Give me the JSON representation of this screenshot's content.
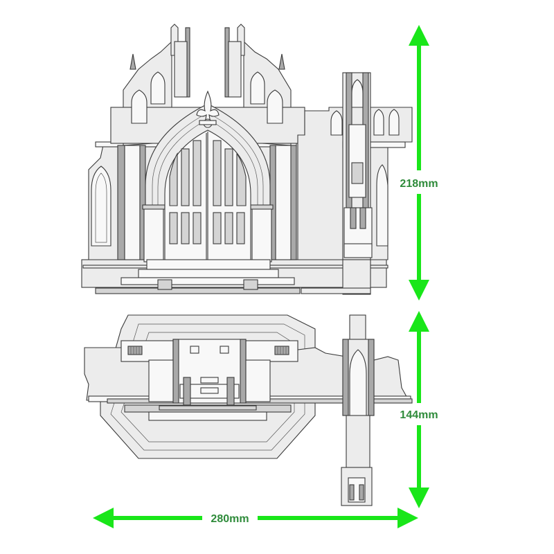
{
  "dimensions": {
    "front_height": "218mm",
    "top_depth": "144mm",
    "width": "280mm"
  },
  "colors": {
    "arrow": "#19e619",
    "label": "#2e8b3a"
  }
}
